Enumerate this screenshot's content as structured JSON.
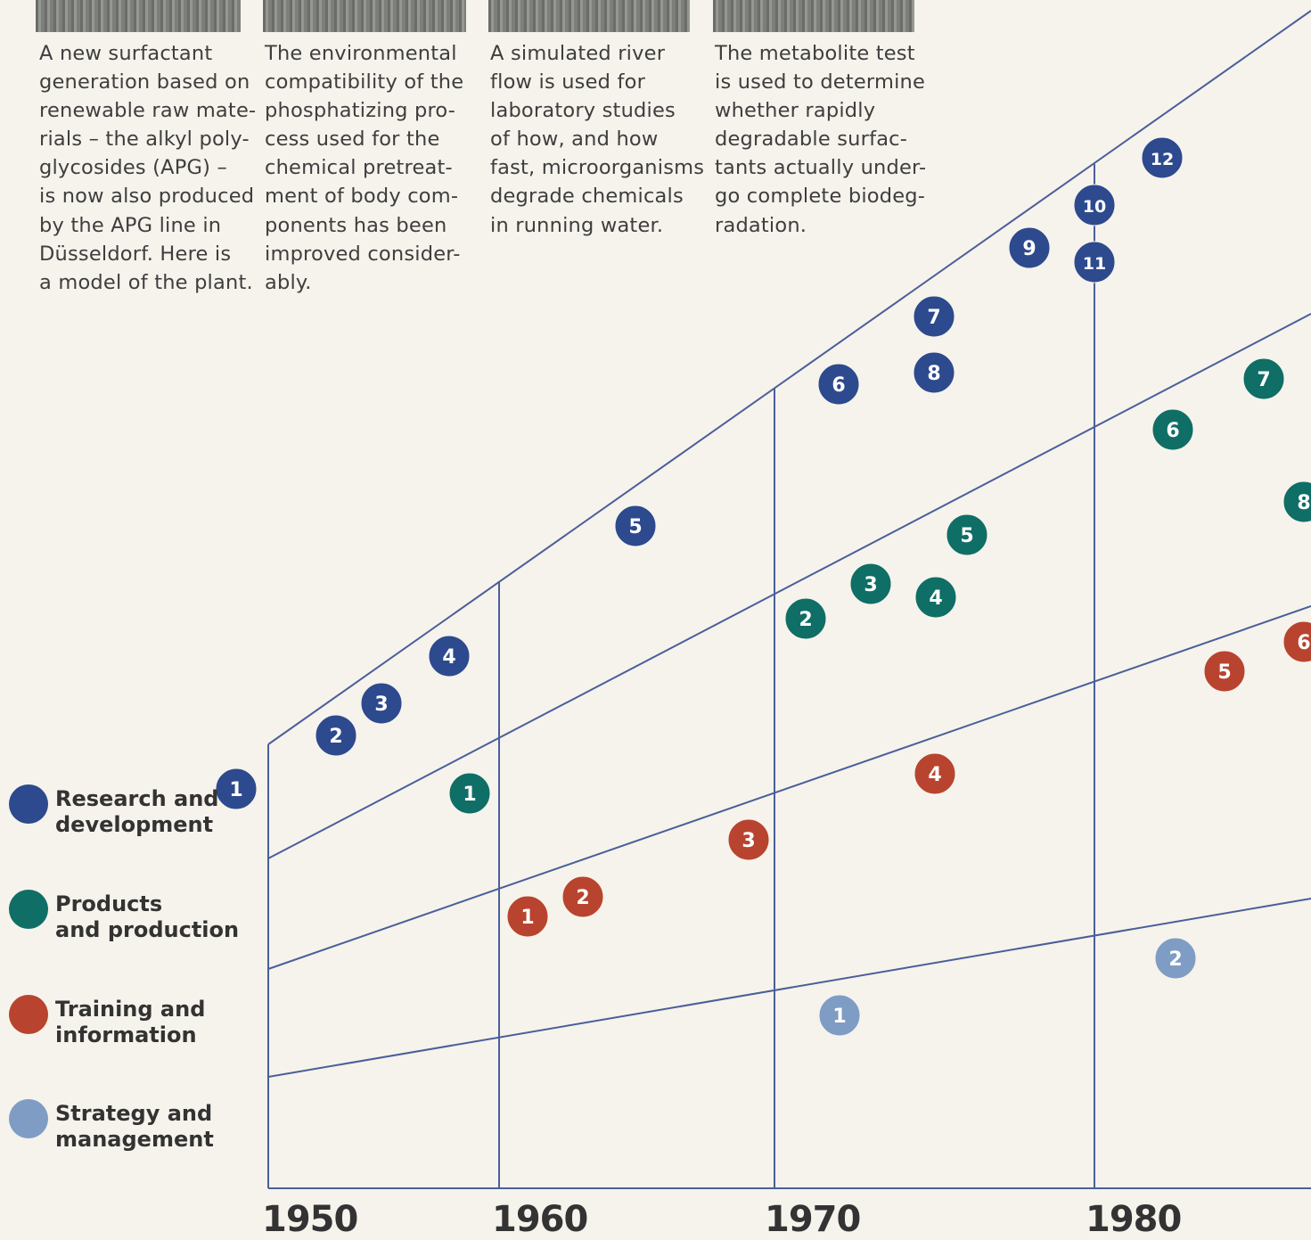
{
  "captions": [
    "A new surfactant\ngeneration based on\nrenewable raw mate-\nrials – the alkyl poly-\nglycosides (APG) –\nis now also produced\nby the APG line in\nDüsseldorf. Here is\na model of the plant.",
    "The environmental\ncompatibility of the\nphosphatizing pro-\ncess used for the\nchemical pretreat-\nment of body com-\nponents has been\nimproved consider-\nably.",
    "A simulated river\nflow is used for\nlaboratory studies\nof how, and how\nfast, microorganisms\ndegrade chemicals\nin running water.",
    "The metabolite test\nis used to determine\nwhether rapidly\ndegradable surfac-\ntants actually under-\ngo complete biodeg-\nradation."
  ],
  "legend": [
    {
      "label": "Research and\ndevelopment",
      "color": "#2d4a8e"
    },
    {
      "label": "Products\nand production",
      "color": "#0f6e66"
    },
    {
      "label": "Training and\ninformation",
      "color": "#b8442f"
    },
    {
      "label": "Strategy and\nmanagement",
      "color": "#7f9cc4"
    }
  ],
  "years": [
    "1950",
    "1960",
    "1970",
    "1980"
  ],
  "colors": {
    "research": "#2d4a8e",
    "products": "#0f6e66",
    "training": "#b8442f",
    "strategy": "#7f9cc4",
    "line": "#4a5f9a"
  },
  "chart_data": {
    "type": "scatter",
    "x_axis_ticks": [
      1950,
      1960,
      1970,
      1980
    ],
    "series": [
      {
        "name": "Research and development",
        "points": [
          {
            "num": "1",
            "year": 1948.5
          },
          {
            "num": "2",
            "year": 1952.5
          },
          {
            "num": "3",
            "year": 1954.2
          },
          {
            "num": "4",
            "year": 1956.8
          },
          {
            "num": "5",
            "year": 1964.8
          },
          {
            "num": "6",
            "year": 1972.3
          },
          {
            "num": "7",
            "year": 1975.8
          },
          {
            "num": "8",
            "year": 1975.8
          },
          {
            "num": "9",
            "year": 1978.5
          },
          {
            "num": "10",
            "year": 1980.0
          },
          {
            "num": "11",
            "year": 1980.0
          },
          {
            "num": "12",
            "year": 1982.5
          }
        ]
      },
      {
        "name": "Products and production",
        "points": [
          {
            "num": "1",
            "year": 1958.5
          },
          {
            "num": "2",
            "year": 1971.2
          },
          {
            "num": "3",
            "year": 1973.6
          },
          {
            "num": "4",
            "year": 1975.9
          },
          {
            "num": "5",
            "year": 1977.1
          },
          {
            "num": "6",
            "year": 1982.9
          },
          {
            "num": "7",
            "year": 1986.3
          },
          {
            "num": "8",
            "year": 1987.5
          }
        ]
      },
      {
        "name": "Training and information",
        "points": [
          {
            "num": "1",
            "year": 1961.3
          },
          {
            "num": "2",
            "year": 1963.3
          },
          {
            "num": "3",
            "year": 1969.0
          },
          {
            "num": "4",
            "year": 1975.8
          },
          {
            "num": "5",
            "year": 1984.6
          },
          {
            "num": "6",
            "year": 1987.5
          }
        ]
      },
      {
        "name": "Strategy and management",
        "points": [
          {
            "num": "1",
            "year": 1972.3
          },
          {
            "num": "2",
            "year": 1982.9
          }
        ]
      }
    ]
  }
}
